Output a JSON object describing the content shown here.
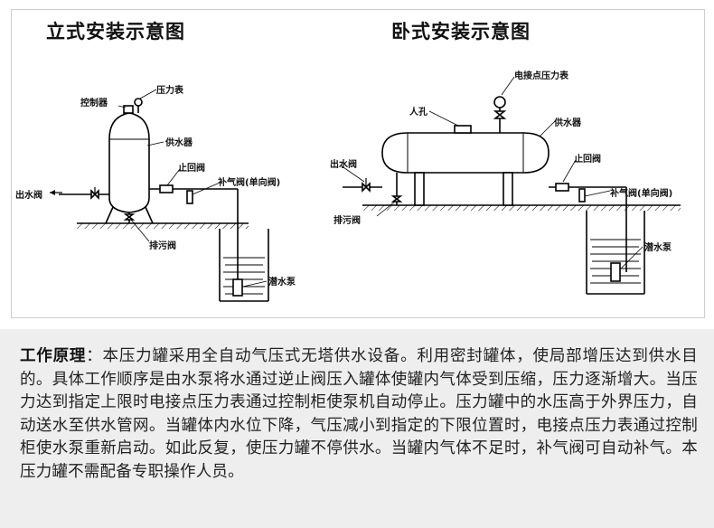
{
  "diagram": {
    "title_vertical": "立式安装示意图",
    "title_horizontal": "卧式安装示意图",
    "vertical_labels": {
      "controller": "控制器",
      "pressure_gauge": "压力表",
      "water_tank": "供水器",
      "check_valve": "止回阀",
      "air_valve": "补气阀(单向阀)",
      "outlet_valve": "出水阀",
      "drain_valve": "排污阀",
      "submersible_pump": "潜水泵"
    },
    "horizontal_labels": {
      "contact_gauge": "电接点压力表",
      "manhole": "人孔",
      "water_tank": "供水器",
      "outlet_valve": "出水阀",
      "check_valve": "止回阀",
      "air_valve": "补气阀(单向阀)",
      "drain_valve": "排污阀",
      "submersible_pump": "潜水泵"
    }
  },
  "description": {
    "heading": "工作原理",
    "separator": "：",
    "body": "本压力罐采用全自动气压式无塔供水设备。利用密封罐体，使局部增压达到供水目的。具体工作顺序是由水泵将水通过逆止阀压入罐体使罐内气体受到压缩，压力逐渐增大。当压力达到指定上限时电接点压力表通过控制柜使泵机自动停止。压力罐中的水压高于外界压力，自动送水至供水管网。当罐体内水位下降，气压减小到指定的下限位置时，电接点压力表通过控制柜使水泵重新启动。如此反复，使压力罐不停供水。当罐内气体不足时，补气阀可自动补气。本压力罐不需配备专职操作人员。"
  }
}
